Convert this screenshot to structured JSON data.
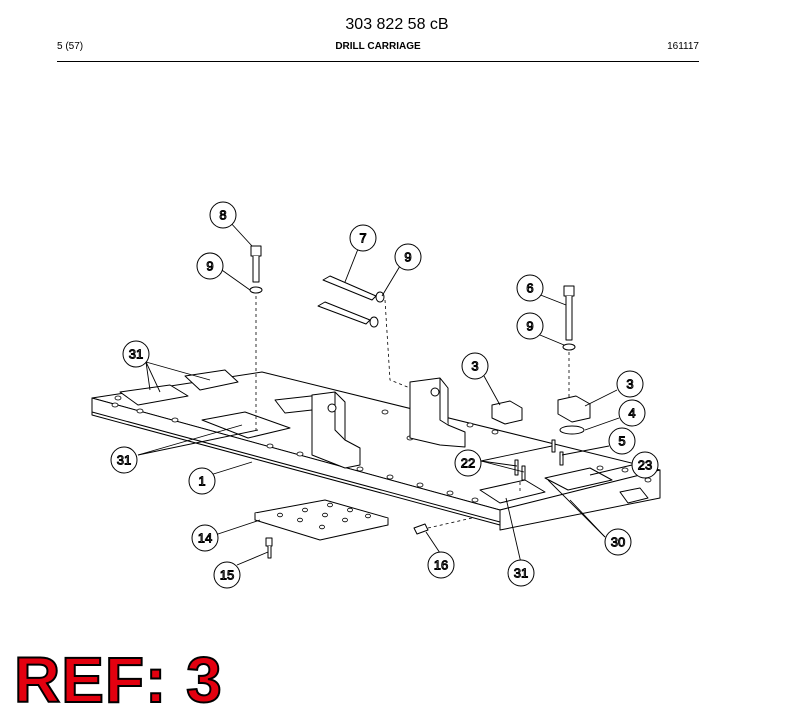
{
  "header": {
    "document_number": "303 822 58 cB",
    "page_ref": "5 (57)",
    "section_title": "DRILL CARRIAGE",
    "date_code": "161117"
  },
  "diagram": {
    "callouts": {
      "c1": "1",
      "c3a": "3",
      "c3b": "3",
      "c4": "4",
      "c5": "5",
      "c6": "6",
      "c7": "7",
      "c8": "8",
      "c9a": "9",
      "c9b": "9",
      "c9c": "9",
      "c14": "14",
      "c15": "15",
      "c16": "16",
      "c22": "22",
      "c23": "23",
      "c30": "30",
      "c31a": "31",
      "c31b": "31",
      "c31c": "31"
    }
  },
  "ref_label": "REF: 3",
  "colors": {
    "ref_fill": "#e3000f",
    "ref_outline": "#000000"
  }
}
